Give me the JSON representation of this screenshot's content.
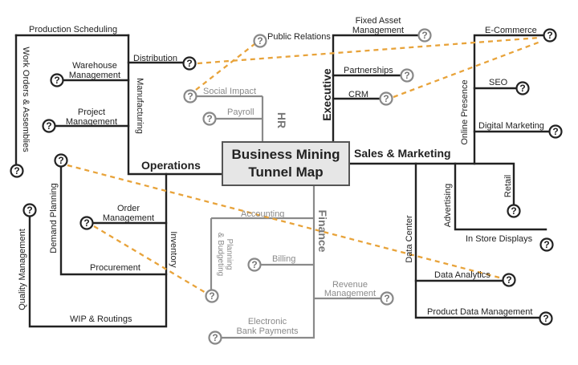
{
  "title_line1": "Business Mining",
  "title_line2": "Tunnel Map",
  "branches": {
    "operations": "Operations",
    "sales": "Sales & Marketing",
    "hr": "HR",
    "executive": "Executive",
    "finance": "Finance"
  },
  "labels": {
    "production_scheduling": "Production Scheduling",
    "work_orders": "Work Orders & Assemblies",
    "warehouse_mgmt": "Warehouse Management",
    "distribution": "Distribution",
    "manufacturing": "Manufacturing",
    "project_mgmt": "Project Management",
    "public_relations": "Public Relations",
    "social_impact": "Social Impact",
    "payroll": "Payroll",
    "fixed_asset": "Fixed Asset Management",
    "partnerships": "Partnerships",
    "crm": "CRM",
    "ecommerce": "E-Commerce",
    "seo": "SEO",
    "online_presence": "Online Presence",
    "digital_marketing": "Digital Marketing",
    "retail": "Retail",
    "advertising": "Advertising",
    "in_store": "In Store Displays",
    "data_center": "Data Center",
    "data_analytics": "Data Analytics",
    "product_data": "Product Data Management",
    "demand_planning": "Demand Planning",
    "order_mgmt": "Order Management",
    "procurement": "Procurement",
    "inventory": "Inventory",
    "quality_mgmt": "Quality Management",
    "wip_routings": "WIP & Routings",
    "accounting": "Accounting",
    "planning_budgeting": "Planning & Budgeting",
    "billing": "Billing",
    "revenue_mgmt": "Revenue Management",
    "electronic_bank": "Electronic Bank Payments"
  },
  "node_symbol": "?",
  "colors": {
    "primary": "#222222",
    "secondary": "#888888",
    "link": "#e8a33a",
    "center_fill": "#e6e6e6"
  }
}
